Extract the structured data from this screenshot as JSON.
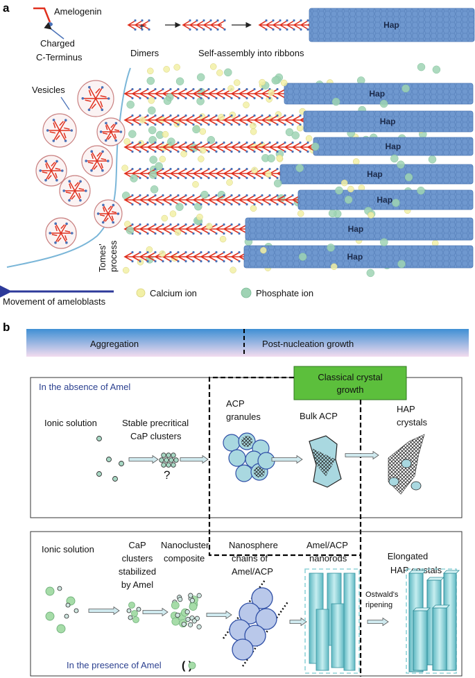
{
  "panel_a": {
    "letter": "a",
    "amelogenin": "Amelogenin",
    "charged_c_terminus": [
      "Charged",
      "C-Terminus"
    ],
    "dimers": "Dimers",
    "self_assembly": "Self-assembly into ribbons",
    "vesicles": "Vesicles",
    "tomes_process": [
      "Tomes'",
      "process"
    ],
    "hap_label": "Hap",
    "calcium_ion": "Calcium ion",
    "phosphate_ion": "Phosphate ion",
    "movement": "Movement of ameloblasts",
    "plus": "+"
  },
  "panel_b": {
    "letter": "b",
    "aggregation": "Aggregation",
    "post_nucleation": "Post-nucleation growth",
    "absence_title": "In the absence of Amel",
    "classical": [
      "Classical crystal",
      "growth"
    ],
    "ionic_solution": "Ionic solution",
    "stable_precritical": [
      "Stable precritical",
      "CaP clusters"
    ],
    "question": "?",
    "acp_granules": [
      "ACP",
      "granules"
    ],
    "bulk_acp": "Bulk ACP",
    "hap_crystals": [
      "HAP",
      "crystals"
    ],
    "ionic_solution_2": "Ionic solution",
    "cap_clusters": [
      "CaP",
      "clusters",
      "stabilized",
      "by Amel"
    ],
    "nanocluster": [
      "Nanocluster",
      "composite"
    ],
    "nanosphere": [
      "Nanosphere",
      "chains of",
      "Amel/ACP"
    ],
    "nanorods": [
      "Amel/ACP",
      "nanorods"
    ],
    "ostwald": [
      "Ostwald's",
      "ripening"
    ],
    "elongated": [
      "Elongated",
      "HAP crystals"
    ],
    "presence": "In the presence of Amel",
    "presence_paren": "(   )"
  },
  "colors": {
    "amel_red": "#e0301e",
    "c_term_blue": "#4a72b8",
    "hap_blue": "#6f98cf",
    "calcium": "#f2f0a6",
    "phosphate": "#9fd3b4",
    "banner_top": "#3f8fd4",
    "banner_bottom": "#f2d8ef",
    "classical_green": "#5cbf3c",
    "acp_fill": "#a9d8e0",
    "nanorod": "#8fd3d9"
  }
}
